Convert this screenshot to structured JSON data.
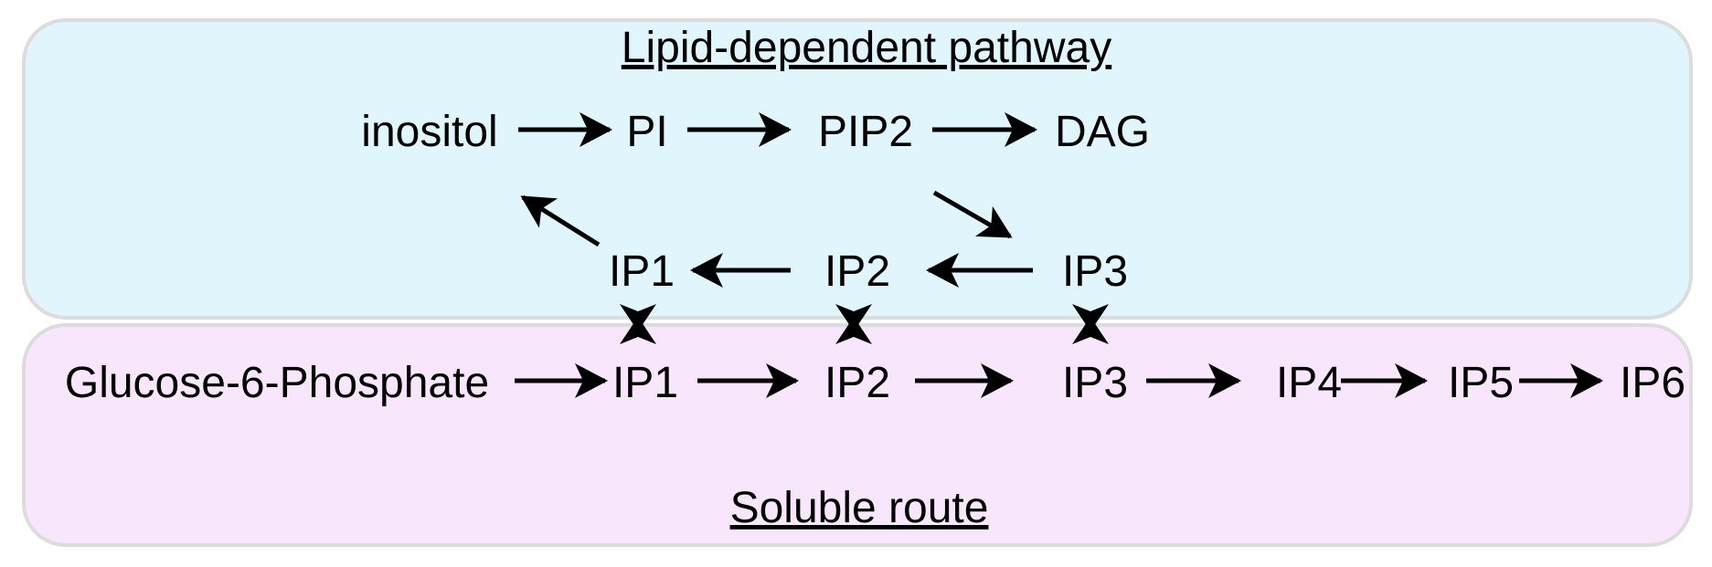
{
  "diagram": {
    "colors": {
      "lipid_box_fill": "#e1f5fc",
      "soluble_box_fill": "#f8e7fc",
      "box_border": "#dcdcdc",
      "ink": "#000000"
    },
    "lipid_pathway": {
      "title": "Lipid-dependent pathway",
      "top_row": [
        "inositol",
        "PI",
        "PIP2",
        "DAG"
      ],
      "ip_row": [
        "IP1",
        "IP2",
        "IP3"
      ]
    },
    "soluble_route": {
      "title": "Soluble route",
      "row": [
        "Glucose-6-Phosphate",
        "IP1",
        "IP2",
        "IP3",
        "IP4",
        "IP5",
        "IP6"
      ]
    }
  }
}
